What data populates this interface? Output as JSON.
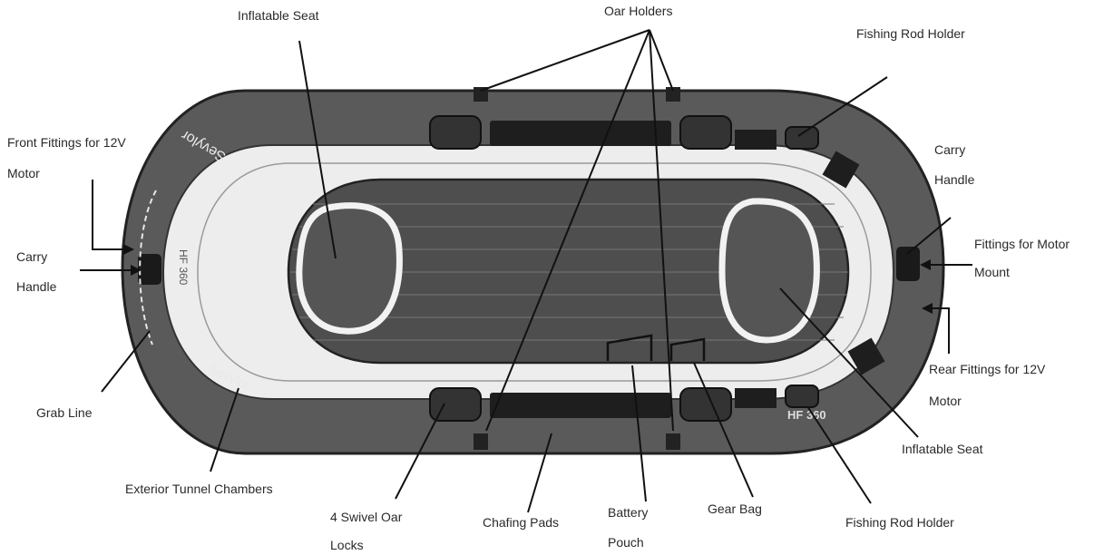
{
  "labels": {
    "inflatable_seat_top": "Inflatable Seat",
    "oar_holders": "Oar Holders",
    "fishing_rod_holder_top": "Fishing Rod Holder",
    "front_fittings_l1": "Front Fittings for 12V",
    "front_fittings_l2": "Motor",
    "carry_handle_left_l1": "Carry",
    "carry_handle_left_l2": "Handle",
    "carry_handle_right_l1": "Carry",
    "carry_handle_right_l2": "Handle",
    "fittings_motor_mount_l1": "Fittings for Motor",
    "fittings_motor_mount_l2": "Mount",
    "rear_fittings_l1": "Rear Fittings for 12V",
    "rear_fittings_l2": "Motor",
    "grab_line": "Grab Line",
    "exterior_tunnel": "Exterior Tunnel Chambers",
    "swivel_oar_l1": "4 Swivel Oar",
    "swivel_oar_l2": "Locks",
    "chafing_pads": "Chafing Pads",
    "battery_pouch_l1": "Battery",
    "battery_pouch_l2": "Pouch",
    "gear_bag": "Gear Bag",
    "inflatable_seat_bottom": "Inflatable Seat",
    "fishing_rod_holder_bottom": "Fishing Rod Holder"
  },
  "boat_text": {
    "model_bow": "HF 360",
    "model_side": "HF 360",
    "brand_top": "Sevylor",
    "brand_bottom": "Sevylor"
  }
}
